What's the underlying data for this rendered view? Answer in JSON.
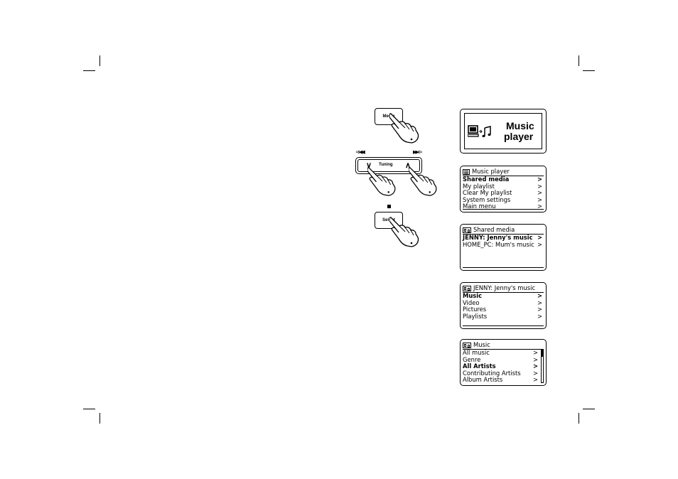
{
  "buttons": {
    "media_label": "Media",
    "tuning_label": "Tuning",
    "select_label": "Select",
    "tuning_down": "∨",
    "tuning_up": "∧",
    "prev_symbol": "⧏◀◀",
    "next_symbol": "▶▶⧐"
  },
  "screen1": {
    "title_line1": "Music",
    "title_line2": "player"
  },
  "screen2": {
    "header": "Music player",
    "items": [
      {
        "label": "Shared media",
        "arrow": ">"
      },
      {
        "label": "My playlist",
        "arrow": ">"
      },
      {
        "label": "Clear My playlist",
        "arrow": ">"
      },
      {
        "label": "System settings",
        "arrow": ">"
      },
      {
        "label": "Main menu",
        "arrow": ">"
      }
    ]
  },
  "screen3": {
    "header": "Shared media",
    "items": [
      {
        "label": "JENNY: Jenny's music",
        "arrow": ">"
      },
      {
        "label": "HOME_PC: Mum's music",
        "arrow": ">"
      }
    ]
  },
  "screen4": {
    "header": "JENNY: Jenny's music",
    "items": [
      {
        "label": "Music",
        "arrow": ">"
      },
      {
        "label": "Video",
        "arrow": ">"
      },
      {
        "label": "Pictures",
        "arrow": ">"
      },
      {
        "label": "Playlists",
        "arrow": ">"
      }
    ]
  },
  "screen5": {
    "header": "Music",
    "items": [
      {
        "label": "All music",
        "arrow": ">"
      },
      {
        "label": "Genre",
        "arrow": ">"
      },
      {
        "label": "All Artists",
        "arrow": ">"
      },
      {
        "label": "Contributing Artists",
        "arrow": ">"
      },
      {
        "label": "Album Artists",
        "arrow": ">"
      }
    ]
  }
}
